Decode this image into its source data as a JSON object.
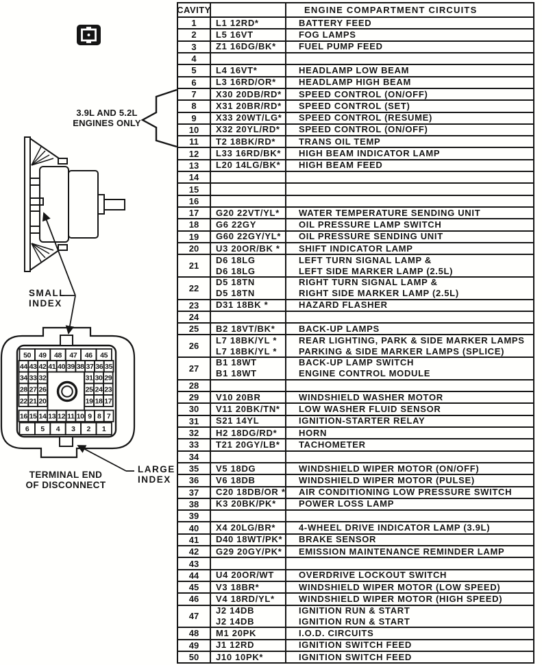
{
  "colors": {
    "ink": "#151515",
    "paper": "#fffffd"
  },
  "table": {
    "header": {
      "cavity": "CAVITY",
      "wire": "",
      "circuits": "ENGINE COMPARTMENT CIRCUITS"
    },
    "rows": [
      {
        "cavity": "1",
        "wire": [
          "L1 12RD*"
        ],
        "circuit": [
          "BATTERY FEED"
        ]
      },
      {
        "cavity": "2",
        "wire": [
          "L5 16VT"
        ],
        "circuit": [
          "FOG LAMPS"
        ]
      },
      {
        "cavity": "3",
        "wire": [
          "Z1 16DG/BK*"
        ],
        "circuit": [
          "FUEL PUMP FEED"
        ]
      },
      {
        "cavity": "4",
        "wire": [],
        "circuit": []
      },
      {
        "cavity": "5",
        "wire": [
          "L4 16VT*"
        ],
        "circuit": [
          "HEADLAMP LOW BEAM"
        ]
      },
      {
        "cavity": "6",
        "wire": [
          "L3 16RD/OR*"
        ],
        "circuit": [
          "HEADLAMP HIGH BEAM"
        ]
      },
      {
        "cavity": "7",
        "wire": [
          "X30 20DB/RD*"
        ],
        "circuit": [
          "SPEED CONTROL (ON/OFF)"
        ]
      },
      {
        "cavity": "8",
        "wire": [
          "X31 20BR/RD*"
        ],
        "circuit": [
          "SPEED CONTROL (SET)"
        ]
      },
      {
        "cavity": "9",
        "wire": [
          "X33 20WT/LG*"
        ],
        "circuit": [
          "SPEED CONTROL (RESUME)"
        ]
      },
      {
        "cavity": "10",
        "wire": [
          "X32 20YL/RD*"
        ],
        "circuit": [
          "SPEED CONTROL (ON/OFF)"
        ]
      },
      {
        "cavity": "11",
        "wire": [
          "T2 18BK/RD*"
        ],
        "circuit": [
          "TRANS OIL TEMP"
        ]
      },
      {
        "cavity": "12",
        "wire": [
          "L33 16RD/BK*"
        ],
        "circuit": [
          "HIGH BEAM INDICATOR LAMP"
        ]
      },
      {
        "cavity": "13",
        "wire": [
          "L20 14LG/BK*"
        ],
        "circuit": [
          "HIGH BEAM FEED"
        ]
      },
      {
        "cavity": "14",
        "wire": [],
        "circuit": []
      },
      {
        "cavity": "15",
        "wire": [],
        "circuit": []
      },
      {
        "cavity": "16",
        "wire": [],
        "circuit": []
      },
      {
        "cavity": "17",
        "wire": [
          "G20 22VT/YL*"
        ],
        "circuit": [
          "WATER TEMPERATURE SENDING UNIT"
        ]
      },
      {
        "cavity": "18",
        "wire": [
          "G6 22GY"
        ],
        "circuit": [
          "OIL PRESSURE LAMP SWITCH"
        ]
      },
      {
        "cavity": "19",
        "wire": [
          "G60 22GY/YL*"
        ],
        "circuit": [
          "OIL PRESSURE SENDING UNIT"
        ]
      },
      {
        "cavity": "20",
        "wire": [
          "U3 20OR/BK *"
        ],
        "circuit": [
          "SHIFT INDICATOR LAMP"
        ]
      },
      {
        "cavity": "21",
        "wire": [
          "D6 18LG",
          "D6 18LG"
        ],
        "circuit": [
          "LEFT TURN SIGNAL LAMP &",
          "LEFT SIDE MARKER LAMP (2.5L)"
        ]
      },
      {
        "cavity": "22",
        "wire": [
          "D5 18TN",
          "D5 18TN"
        ],
        "circuit": [
          "RIGHT TURN SIGNAL LAMP &",
          "RIGHT SIDE MARKER LAMP (2.5L)"
        ]
      },
      {
        "cavity": "23",
        "wire": [
          "D31 18BK *"
        ],
        "circuit": [
          "HAZARD FLASHER"
        ]
      },
      {
        "cavity": "24",
        "wire": [],
        "circuit": []
      },
      {
        "cavity": "25",
        "wire": [
          "B2 18VT/BK*"
        ],
        "circuit": [
          "BACK-UP LAMPS"
        ]
      },
      {
        "cavity": "26",
        "wire": [
          "L7 18BK/YL *",
          "L7 18BK/YL *"
        ],
        "circuit": [
          "REAR LIGHTING, PARK & SIDE MARKER LAMPS",
          "PARKING & SIDE MARKER LAMPS (SPLICE)"
        ]
      },
      {
        "cavity": "27",
        "wire": [
          "B1 18WT",
          "B1 18WT"
        ],
        "circuit": [
          "BACK-UP LAMP SWITCH",
          "ENGINE CONTROL MODULE"
        ]
      },
      {
        "cavity": "28",
        "wire": [],
        "circuit": []
      },
      {
        "cavity": "29",
        "wire": [
          "V10 20BR"
        ],
        "circuit": [
          "WINDSHIELD WASHER MOTOR"
        ]
      },
      {
        "cavity": "30",
        "wire": [
          "V11 20BK/TN*"
        ],
        "circuit": [
          "LOW WASHER FLUID SENSOR"
        ]
      },
      {
        "cavity": "31",
        "wire": [
          "S21 14YL"
        ],
        "circuit": [
          "IGNITION-STARTER RELAY"
        ]
      },
      {
        "cavity": "32",
        "wire": [
          "H2 18DG/RD*"
        ],
        "circuit": [
          "HORN"
        ]
      },
      {
        "cavity": "33",
        "wire": [
          "T21 20GY/LB*"
        ],
        "circuit": [
          "TACHOMETER"
        ]
      },
      {
        "cavity": "34",
        "wire": [],
        "circuit": []
      },
      {
        "cavity": "35",
        "wire": [
          "V5 18DG"
        ],
        "circuit": [
          "WINDSHIELD WIPER MOTOR (ON/OFF)"
        ]
      },
      {
        "cavity": "36",
        "wire": [
          "V6 18DB"
        ],
        "circuit": [
          "WINDSHIELD WIPER MOTOR (PULSE)"
        ]
      },
      {
        "cavity": "37",
        "wire": [
          "C20 18DB/OR *"
        ],
        "circuit": [
          "AIR CONDITIONING LOW PRESSURE SWITCH"
        ]
      },
      {
        "cavity": "38",
        "wire": [
          "K3 20BK/PK*"
        ],
        "circuit": [
          "POWER LOSS LAMP"
        ]
      },
      {
        "cavity": "39",
        "wire": [],
        "circuit": []
      },
      {
        "cavity": "40",
        "wire": [
          "X4 20LG/BR*"
        ],
        "circuit": [
          "4-WHEEL DRIVE INDICATOR LAMP (3.9L)"
        ]
      },
      {
        "cavity": "41",
        "wire": [
          "D40 18WT/PK*"
        ],
        "circuit": [
          "BRAKE SENSOR"
        ]
      },
      {
        "cavity": "42",
        "wire": [
          "G29 20GY/PK*"
        ],
        "circuit": [
          "EMISSION MAINTENANCE REMINDER LAMP"
        ]
      },
      {
        "cavity": "43",
        "wire": [],
        "circuit": []
      },
      {
        "cavity": "44",
        "wire": [
          "U4 20OR/WT"
        ],
        "circuit": [
          "OVERDRIVE LOCKOUT SWITCH"
        ]
      },
      {
        "cavity": "45",
        "wire": [
          "V3 18BR*"
        ],
        "circuit": [
          "WINDSHIELD WIPER MOTOR (LOW SPEED)"
        ]
      },
      {
        "cavity": "46",
        "wire": [
          "V4 18RD/YL*"
        ],
        "circuit": [
          "WINDSHIELD WIPER MOTOR (HIGH SPEED)"
        ]
      },
      {
        "cavity": "47",
        "wire": [
          "J2 14DB",
          "J2 14DB"
        ],
        "circuit": [
          "IGNITION RUN & START",
          "IGNITION RUN & START"
        ]
      },
      {
        "cavity": "48",
        "wire": [
          "M1 20PK"
        ],
        "circuit": [
          "I.O.D. CIRCUITS"
        ]
      },
      {
        "cavity": "49",
        "wire": [
          "J1 12RD"
        ],
        "circuit": [
          "IGNITION SWITCH FEED"
        ]
      },
      {
        "cavity": "50",
        "wire": [
          "J10 10PK*"
        ],
        "circuit": [
          "IGNITION SWITCH FEED"
        ]
      }
    ]
  },
  "diagram": {
    "engines_note": {
      "line1": "3.9L AND 5.2L",
      "line2": "ENGINES ONLY"
    },
    "small_index": {
      "line1": "SMALL",
      "line2": "INDEX"
    },
    "large_index": {
      "line1": "LARGE",
      "line2": "INDEX"
    },
    "terminal_end": {
      "line1": "TERMINAL END",
      "line2": "OF DISCONNECT"
    },
    "connector_grid": {
      "top_row": [
        "50",
        "49",
        "48",
        "47",
        "46",
        "45"
      ],
      "second_row": [
        "44",
        "43",
        "42",
        "41",
        "40",
        "39",
        "38",
        "37",
        "36",
        "35"
      ],
      "left_block": [
        [
          "34",
          "33",
          "32"
        ],
        [
          "28",
          "27",
          "26"
        ],
        [
          "22",
          "21",
          "20"
        ]
      ],
      "right_block": [
        [
          "31",
          "30",
          "29"
        ],
        [
          "25",
          "24",
          "23"
        ],
        [
          "19",
          "18",
          "17"
        ]
      ],
      "sixth_row": [
        "16",
        "15",
        "14",
        "13",
        "12",
        "11",
        "10",
        "9",
        "8",
        "7"
      ],
      "bottom_row": [
        "6",
        "5",
        "4",
        "3",
        "2",
        "1"
      ]
    }
  }
}
